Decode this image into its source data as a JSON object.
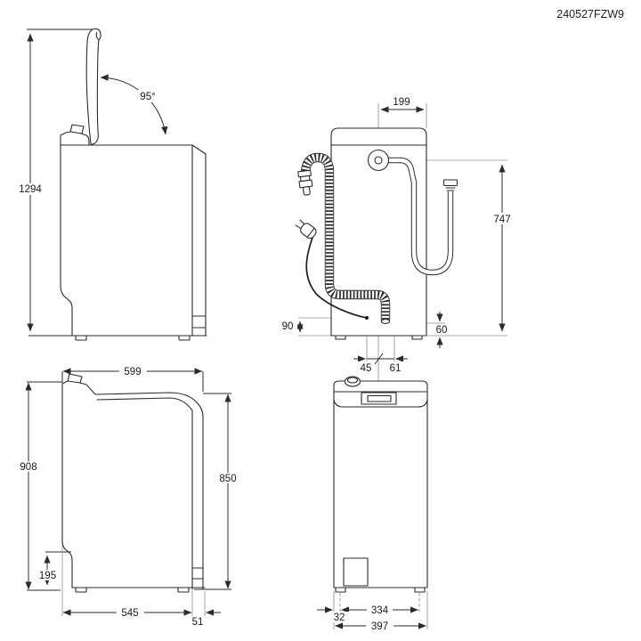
{
  "meta": {
    "document_code": "240527FZW9"
  },
  "side_open_view": {
    "description": "side view with lid open",
    "lid_angle": "95°",
    "total_height_lid_open": "1294"
  },
  "rear_view": {
    "description": "rear view with hoses and mains cable",
    "inlet_to_side": "199",
    "hose_height": "747",
    "cable_height": "90",
    "drain_hose_height": "60",
    "cable_offset": "45",
    "drain_offset": "61"
  },
  "side_view": {
    "description": "side view closed",
    "total_depth": "599",
    "total_height": "908",
    "body_height": "850",
    "plinth_height": "195",
    "body_depth": "545",
    "rear_channel_depth": "51"
  },
  "front_view": {
    "description": "front view",
    "foot_inset": "32",
    "foot_spacing": "334",
    "total_width": "397"
  }
}
